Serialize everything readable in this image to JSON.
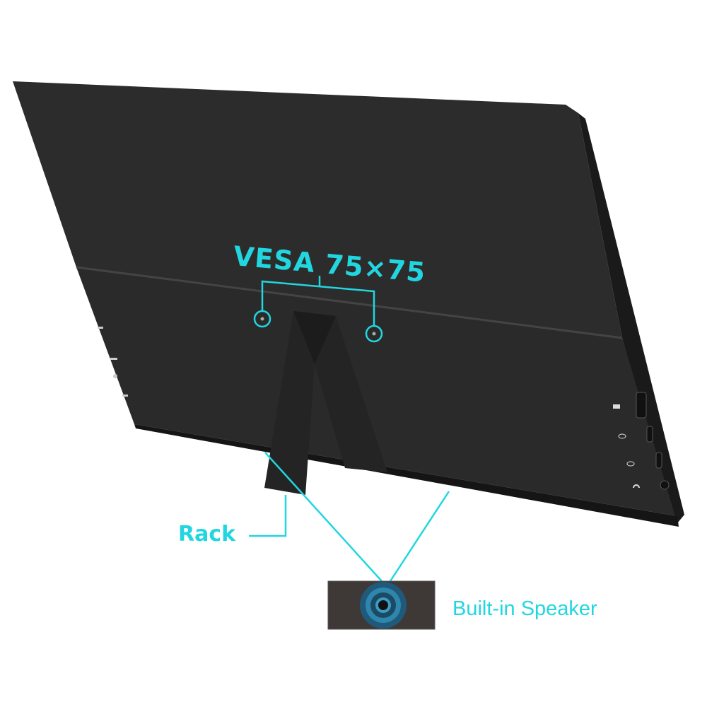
{
  "callouts": {
    "vesa": "VESA 75×75",
    "rack": "Rack",
    "speaker": "Built-in Speaker"
  },
  "colors": {
    "accent": "#22d6e0",
    "body": "#2b2b2b"
  }
}
